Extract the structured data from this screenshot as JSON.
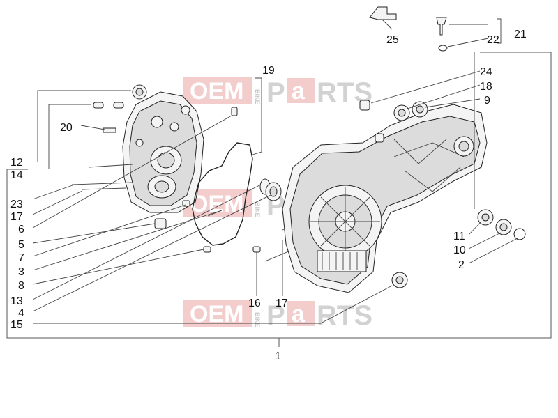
{
  "watermark": {
    "left": "OEM",
    "small": "BIKE",
    "middle": "a",
    "right": "RTS"
  },
  "callouts": [
    {
      "id": "1",
      "text": "1"
    },
    {
      "id": "2",
      "text": "2"
    },
    {
      "id": "3",
      "text": "3"
    },
    {
      "id": "4",
      "text": "4"
    },
    {
      "id": "5",
      "text": "5"
    },
    {
      "id": "6",
      "text": "6"
    },
    {
      "id": "7",
      "text": "7"
    },
    {
      "id": "8",
      "text": "8"
    },
    {
      "id": "9",
      "text": "9"
    },
    {
      "id": "10",
      "text": "10"
    },
    {
      "id": "11",
      "text": "11"
    },
    {
      "id": "12",
      "text": "12"
    },
    {
      "id": "13",
      "text": "13"
    },
    {
      "id": "14",
      "text": "14"
    },
    {
      "id": "15",
      "text": "15"
    },
    {
      "id": "16",
      "text": "16"
    },
    {
      "id": "17a",
      "text": "17"
    },
    {
      "id": "17b",
      "text": "17"
    },
    {
      "id": "18",
      "text": "18"
    },
    {
      "id": "19",
      "text": "19"
    },
    {
      "id": "20",
      "text": "20"
    },
    {
      "id": "21",
      "text": "21"
    },
    {
      "id": "22",
      "text": "22"
    },
    {
      "id": "23",
      "text": "23"
    },
    {
      "id": "24",
      "text": "24"
    },
    {
      "id": "25",
      "text": "25"
    }
  ]
}
